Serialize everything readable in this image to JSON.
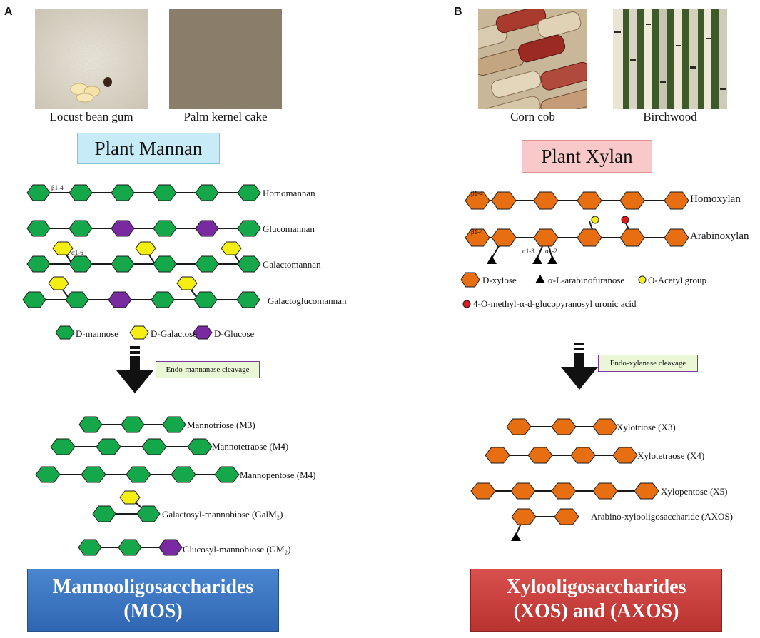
{
  "colors": {
    "mannose": "#15a84a",
    "galactose": "#f5ee12",
    "glucose": "#7a2aa0",
    "xylose": "#e86e12",
    "acetyl": "#f5ee12",
    "glucuronic": "#e01b1b",
    "arabinose": "#000000",
    "mos_box": "#3a74c2",
    "xos_box": "#c93b38"
  },
  "panels": {
    "a": {
      "letter": "A",
      "photo1_caption": "Locust bean gum",
      "photo2_caption": "Palm kernel cake",
      "title": "Plant Mannan",
      "chains": [
        {
          "label": "Homomannan",
          "bond": "β1-4"
        },
        {
          "label": "Glucomannan"
        },
        {
          "label": "Galactomannan",
          "bond": "α1-6"
        },
        {
          "label": "Galactoglucomannan"
        }
      ],
      "legend": {
        "mannose": "D-mannose",
        "galactose": "D-Galactose",
        "glucose": "D-Glucose"
      },
      "enzyme": "Endo-mannanase cleavage",
      "products": [
        "Mannotriose (M3)",
        "Mannotetraose (M4)",
        "Mannopentose (M4)",
        "Galactosyl-mannobiose (GalM₂)",
        "Glucosyl-mannobiose (GM₂)"
      ],
      "result_line1": "Mannooligosaccharides",
      "result_line2": "(MOS)"
    },
    "b": {
      "letter": "B",
      "photo1_caption": "Corn cob",
      "photo2_caption": "Birchwood",
      "title": "Plant Xylan",
      "chains": [
        {
          "label": "Homoxylan",
          "bond": "β1-4"
        },
        {
          "label": "Arabinoxylan",
          "bond": "β1-4",
          "bond2": "α1-3",
          "bond3": "α1-2"
        }
      ],
      "legend": {
        "xylose": "D-xylose",
        "arabinose": "α-L-arabinofuranose",
        "acetyl": "O-Acetyl group",
        "glucuronic": "4-O-methyl-α-d-glucopyranosyl uronic acid"
      },
      "enzyme": "Endo-xylanase cleavage",
      "products": [
        "Xylotriose (X3)",
        "Xylotetraose (X4)",
        "Xylopentose (X5)",
        "Arabino-xylooligosaccharide (AXOS)"
      ],
      "result_line1": "Xylooligosaccharides",
      "result_line2": "(XOS) and (AXOS)"
    }
  }
}
